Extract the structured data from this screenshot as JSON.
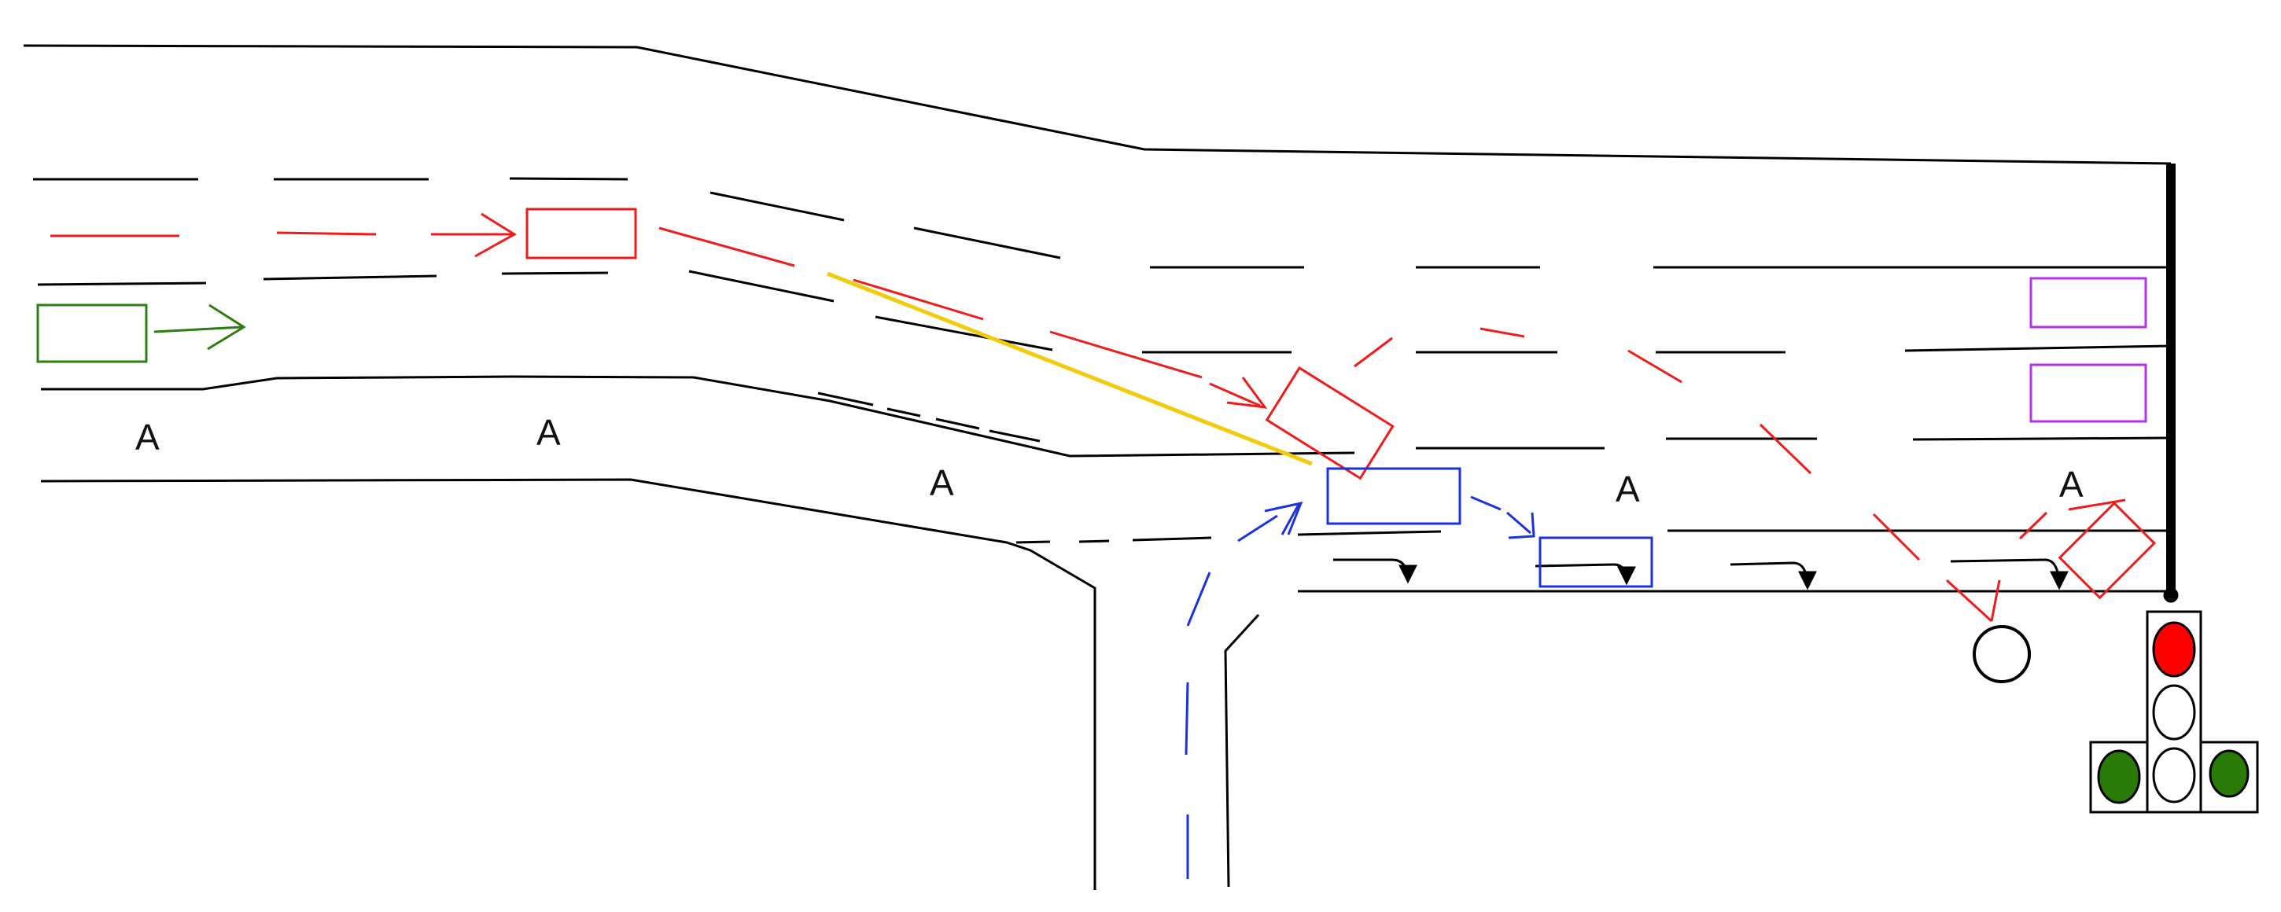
{
  "lane_labels": [
    "A",
    "A",
    "A",
    "A",
    "A"
  ],
  "colors": {
    "road": "#000000",
    "red_vehicle": "#ee1c1c",
    "blue_vehicle": "#1a33dd",
    "green_vehicle": "#2e7d12",
    "purple_vehicle": "#b233e8",
    "sight_line": "#f2cc0c",
    "signal_red": "#ff0000",
    "signal_green": "#2a7a08",
    "signal_off": "#ffffff"
  },
  "traffic_signal": {
    "main_lights": [
      "red",
      "off",
      "off"
    ],
    "left_arrow_light": "green",
    "right_arrow_light": "green"
  },
  "icons": {
    "direction_arrow": "arrow-icon",
    "turn_marker": "right-turn-arrow-icon",
    "pedestrian_marker": "circle-icon"
  }
}
